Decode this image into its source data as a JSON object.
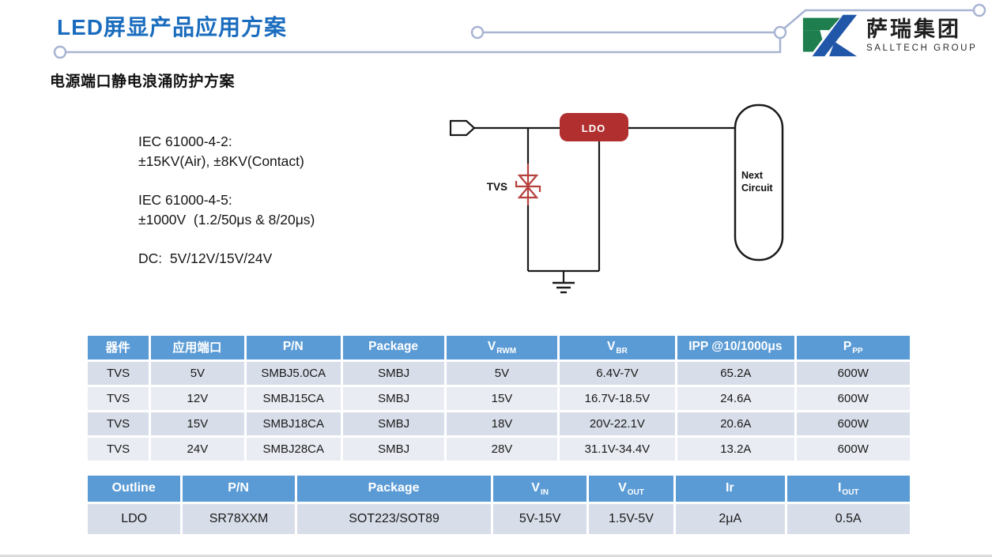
{
  "page": {
    "title": "LED屏显产品应用方案",
    "subtitle": "电源端口静电浪涌防护方案"
  },
  "logo": {
    "name_cn": "萨瑞集团",
    "name_en": "SALLTECH GROUP",
    "mark_green": "#1E7E4E",
    "mark_blue": "#2157A8"
  },
  "specs": {
    "line1": "IEC 61000-4-2:",
    "line2": "±15KV(Air), ±8KV(Contact)",
    "line3": "IEC 61000-4-5:",
    "line4": "±1000V  (1.2/50μs & 8/20μs)",
    "line5": "DC:  5V/12V/15V/24V"
  },
  "diagram": {
    "tvs_label": "TVS",
    "ldo_label": "LDO",
    "next_circuit_line1": "Next",
    "next_circuit_line2": "Circuit",
    "ldo_fill_red": "#B12F2F",
    "tvs_stroke_red": "#B5403C",
    "wire_black": "#1a1a1a"
  },
  "table1": {
    "headers": [
      {
        "main": "器件",
        "sub": ""
      },
      {
        "main": "应用端口",
        "sub": ""
      },
      {
        "main": "P/N",
        "sub": ""
      },
      {
        "main": "Package",
        "sub": ""
      },
      {
        "main": "V",
        "sub": "RWM"
      },
      {
        "main": "V",
        "sub": "BR"
      },
      {
        "main": "IPP @10/1000μs",
        "sub": ""
      },
      {
        "main": "P",
        "sub": "PP"
      }
    ],
    "rows": [
      [
        "TVS",
        "5V",
        "SMBJ5.0CA",
        "SMBJ",
        "5V",
        "6.4V-7V",
        "65.2A",
        "600W"
      ],
      [
        "TVS",
        "12V",
        "SMBJ15CA",
        "SMBJ",
        "15V",
        "16.7V-18.5V",
        "24.6A",
        "600W"
      ],
      [
        "TVS",
        "15V",
        "SMBJ18CA",
        "SMBJ",
        "18V",
        "20V-22.1V",
        "20.6A",
        "600W"
      ],
      [
        "TVS",
        "24V",
        "SMBJ28CA",
        "SMBJ",
        "28V",
        "31.1V-34.4V",
        "13.2A",
        "600W"
      ]
    ]
  },
  "table2": {
    "headers": [
      {
        "main": "Outline",
        "sub": ""
      },
      {
        "main": "P/N",
        "sub": ""
      },
      {
        "main": "Package",
        "sub": ""
      },
      {
        "main": "V",
        "sub": "IN"
      },
      {
        "main": "V",
        "sub": "OUT"
      },
      {
        "main": "Ir",
        "sub": ""
      },
      {
        "main": "I",
        "sub": "OUT"
      }
    ],
    "rows": [
      [
        "LDO",
        "SR78XXM",
        "SOT223/SOT89",
        "5V-15V",
        "1.5V-5V",
        "2μA",
        "0.5A"
      ]
    ]
  },
  "colors": {
    "title_blue": "#1A6CBE",
    "table_header_blue": "#5B9BD5",
    "row_band_dark": "#D8DEE9",
    "row_band_light": "#EAECF3",
    "trace_decoration": "#A8B4D2"
  }
}
